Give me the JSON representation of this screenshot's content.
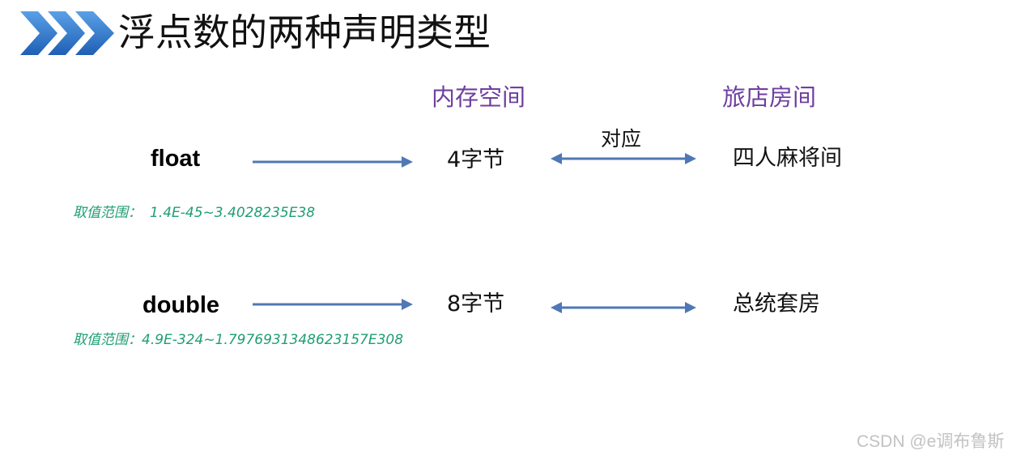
{
  "header": {
    "title": "浮点数的两种声明类型",
    "decoration_icon": "triple-chevron-right-icon",
    "accent_color": "#2b74c4"
  },
  "columns": {
    "memory_label": "内存空间",
    "hotel_label": "旅店房间",
    "label_color": "#6f3fa0"
  },
  "correspondence_label": "对应",
  "rows": [
    {
      "type": "float",
      "size": "4字节",
      "room": "四人麻将间",
      "range_label": "取值范围：",
      "range_value": "1.4E-45~3.4028235E38"
    },
    {
      "type": "double",
      "size": "8字节",
      "room": "总统套房",
      "range_label": "取值范围：",
      "range_value": "4.9E-324~1.7976931348623157E308"
    }
  ],
  "range_color": "#1f9e73",
  "arrow_color": "#4f78b4",
  "watermark": "CSDN @e调布鲁斯"
}
